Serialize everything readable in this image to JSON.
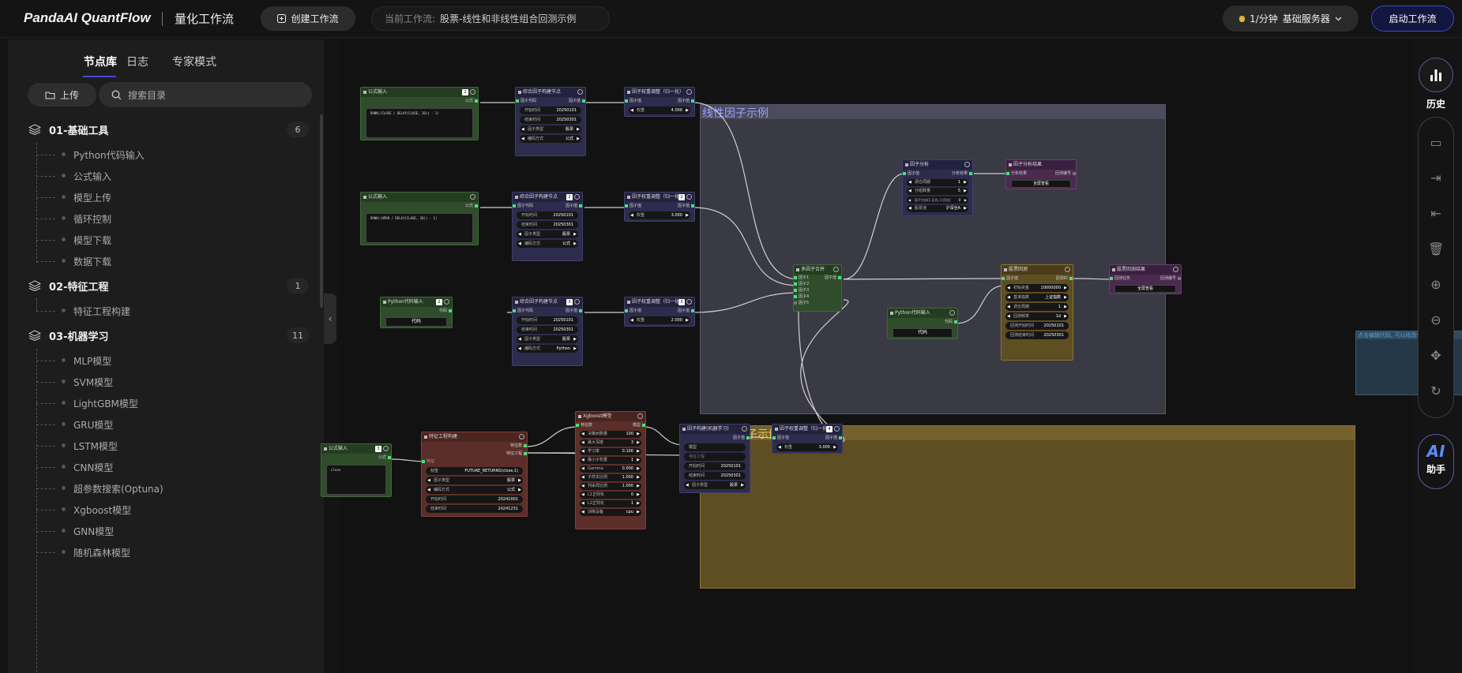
{
  "header": {
    "brand": "PandaAI QuantFlow",
    "subtitle": "量化工作流",
    "create_label": "创建工作流",
    "wf_label": "当前工作流:",
    "wf_name": "股票-线性和非线性组合回测示例",
    "server_label": "1/分钟",
    "server_name": "基础服务器",
    "start_label": "启动工作流"
  },
  "sidebar": {
    "tabs": [
      "节点库",
      "日志",
      "专家模式"
    ],
    "upload_label": "上传",
    "search_placeholder": "搜索目录",
    "categories": [
      {
        "name": "01-基础工具",
        "count": "6",
        "items": [
          "Python代码输入",
          "公式输入",
          "模型上传",
          "循环控制",
          "模型下载",
          "数据下载"
        ]
      },
      {
        "name": "02-特征工程",
        "count": "1",
        "items": [
          "特征工程构建"
        ]
      },
      {
        "name": "03-机器学习",
        "count": "11",
        "items": [
          "MLP模型",
          "SVM模型",
          "LightGBM模型",
          "GRU模型",
          "LSTM模型",
          "CNN模型",
          "超参数搜索(Optuna)",
          "Xgboost模型",
          "GNN模型",
          "随机森林模型"
        ]
      }
    ]
  },
  "canvas": {
    "group_linear": "线性因子示例",
    "group_nonlinear": "非线性因子示例",
    "group_hint": "点击编辑代码, 可以修改参数等设置",
    "f1": {
      "title": "公式输入",
      "badge": "2",
      "out": "公式",
      "code": "RANK((CLOSE / DELAY(CLOSE, 20)) - 1)"
    },
    "f2": {
      "title": "公式输入",
      "out": "公式",
      "code": "RANK((OPEN / DELAY(CLOSE, 20)) - 1)"
    },
    "py1": {
      "title": "Python代码输入",
      "badge": "2",
      "out": "代码",
      "btn": "代码"
    },
    "fb1": {
      "title": "综合因子构建节点",
      "in": "因子代码",
      "out": "因子值",
      "rows": [
        [
          "开始时间",
          "20250101"
        ],
        [
          "结束时间",
          "20250301"
        ],
        [
          "因子类型",
          "股票"
        ],
        [
          "编码方式",
          "公式"
        ]
      ]
    },
    "fb2": {
      "title": "综合因子构建节点",
      "badge": "2",
      "in": "因子代码",
      "out": "因子值",
      "rows": [
        [
          "开始时间",
          "20250101"
        ],
        [
          "结束时间",
          "20250301"
        ],
        [
          "因子类型",
          "股票"
        ],
        [
          "编码方式",
          "公式"
        ]
      ]
    },
    "fb3": {
      "title": "综合因子构建节点",
      "badge": "3",
      "in": "因子代码",
      "out": "因子值",
      "rows": [
        [
          "开始时间",
          "20250101"
        ],
        [
          "结束时间",
          "20250301"
        ],
        [
          "因子类型",
          "股票"
        ],
        [
          "编码方式",
          "Python"
        ]
      ]
    },
    "w1": {
      "title": "因子权重调整（归一化）",
      "in": "因子值",
      "out": "因子值",
      "label": "权重",
      "value": "4.000"
    },
    "w2": {
      "title": "因子权重调整（归一化）",
      "badge": "2",
      "in": "因子值",
      "out": "因子值",
      "label": "权重",
      "value": "3.000"
    },
    "w3": {
      "title": "因子权重调整（归一化）",
      "badge": "3",
      "in": "因子值",
      "out": "因子值",
      "label": "权重",
      "value": "2.000"
    },
    "merge": {
      "title": "多因子合并",
      "out": "因子值",
      "ins": [
        "因子1",
        "因子2",
        "因子3",
        "因子4",
        "因子5"
      ]
    },
    "fa": {
      "title": "因子分析",
      "in": "因子值",
      "out": "分析结果",
      "rows": [
        [
          "调仓周期",
          "1"
        ],
        [
          "分组数量",
          "5"
        ],
        [
          "因子方向(1:正向,-1:负向)",
          "0"
        ],
        [
          "股票池",
          "沪深全A"
        ]
      ]
    },
    "far": {
      "title": "因子分析结果",
      "in": "分析结果",
      "out": "回测编号",
      "btn": "全屏查看"
    },
    "bt": {
      "title": "股票回测",
      "in": "因子值",
      "out": "回测ID",
      "rows": [
        [
          "初始资金",
          "10000000"
        ],
        [
          "基准指数",
          "上证指数"
        ],
        [
          "调仓周期",
          "1"
        ],
        [
          "回测频率",
          "1d"
        ],
        [
          "回测开始时间",
          "20250101"
        ],
        [
          "回测结束时间",
          "20250301"
        ]
      ]
    },
    "btr": {
      "title": "股票回测结果",
      "in": "回测任务",
      "out": "回测编号",
      "btn": "全屏查看"
    },
    "py2": {
      "title": "Python代码输入",
      "out": "代码",
      "btn": "代码"
    },
    "f3": {
      "title": "公式输入",
      "badge": "3",
      "out": "公式",
      "code": "close"
    },
    "fe": {
      "title": "特征工程构建",
      "outs": [
        "特征数",
        "特征工程"
      ],
      "in": "特征",
      "rows": [
        [
          "标签",
          "FUTURE_RETURNS(close,1)"
        ],
        [
          "因子类型",
          "股票"
        ],
        [
          "编码方式",
          "公式"
        ],
        [
          "开始时间",
          "20241001"
        ],
        [
          "结束时间",
          "20241231"
        ]
      ]
    },
    "xgb": {
      "title": "Xgboost模型",
      "in": "特征数",
      "out": "模型",
      "rows": [
        [
          "决策树数量",
          "100"
        ],
        [
          "最大深度",
          "3"
        ],
        [
          "学习率",
          "0.100"
        ],
        [
          "最小子权重",
          "1"
        ],
        [
          "Gamma",
          "0.000"
        ],
        [
          "子样本比例",
          "1.000"
        ],
        [
          "列采样比例",
          "1.000"
        ],
        [
          "L1正则化",
          "0"
        ],
        [
          "L2正则化",
          "1"
        ],
        [
          "训练设备",
          "cpu"
        ]
      ]
    },
    "ml": {
      "title": "因子构建(机器学习)",
      "out": "因子值",
      "ins": [
        "模型",
        "特征工程"
      ],
      "rows": [
        [
          "开始时间",
          "20250101"
        ],
        [
          "结束时间",
          "20250301"
        ],
        [
          "因子类型",
          "股票"
        ]
      ]
    },
    "w4": {
      "title": "因子权重调整（归一化）",
      "badge": "4",
      "in": "因子值",
      "out": "因子值",
      "label": "权重",
      "value": "3.000"
    }
  },
  "rightbar": {
    "history": "历史",
    "ai": "AI",
    "assistant": "助手"
  },
  "colors": {
    "accent": "#4a48d8",
    "green_node": "#2f4d2b",
    "purple_node": "#2d2c4d",
    "brown_node": "#5c2e2a",
    "pin": "#4be07a"
  }
}
